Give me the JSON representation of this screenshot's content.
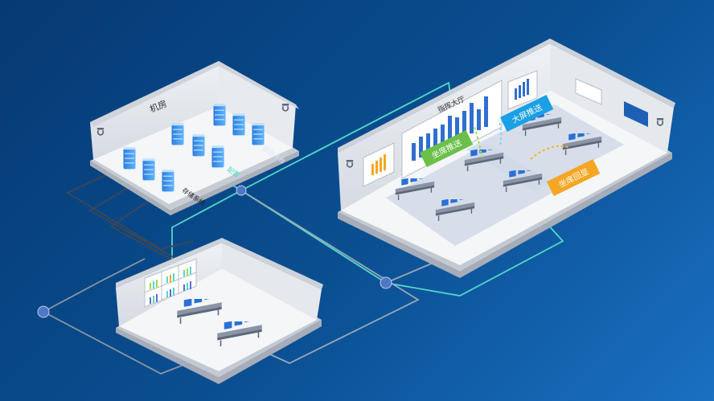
{
  "colors": {
    "bg_dark": "#063a73",
    "bg_light": "#1a70c2",
    "link_cyan": "#52d8c8",
    "link_gray": "#9aa8b8",
    "node": "#4f78c4",
    "badge_green": "#6cc04a",
    "badge_blue": "#1aa0e6",
    "badge_orange": "#f5a623",
    "server_blue": "#3a8fe6"
  },
  "rooms": {
    "server_room": {
      "title": "机房"
    },
    "command_hall": {
      "title": "指挥大厅"
    }
  },
  "server_labels": {
    "label_a": "综合平台",
    "label_b": "配置",
    "label_c": "存储系统"
  },
  "badges": {
    "seat_push": "坐席推送",
    "screen_push": "大屏推送",
    "seat_echo": "坐席回显"
  },
  "icons": [
    "camera-icon",
    "server-icon",
    "monitor-icon",
    "bar-chart-icon"
  ]
}
